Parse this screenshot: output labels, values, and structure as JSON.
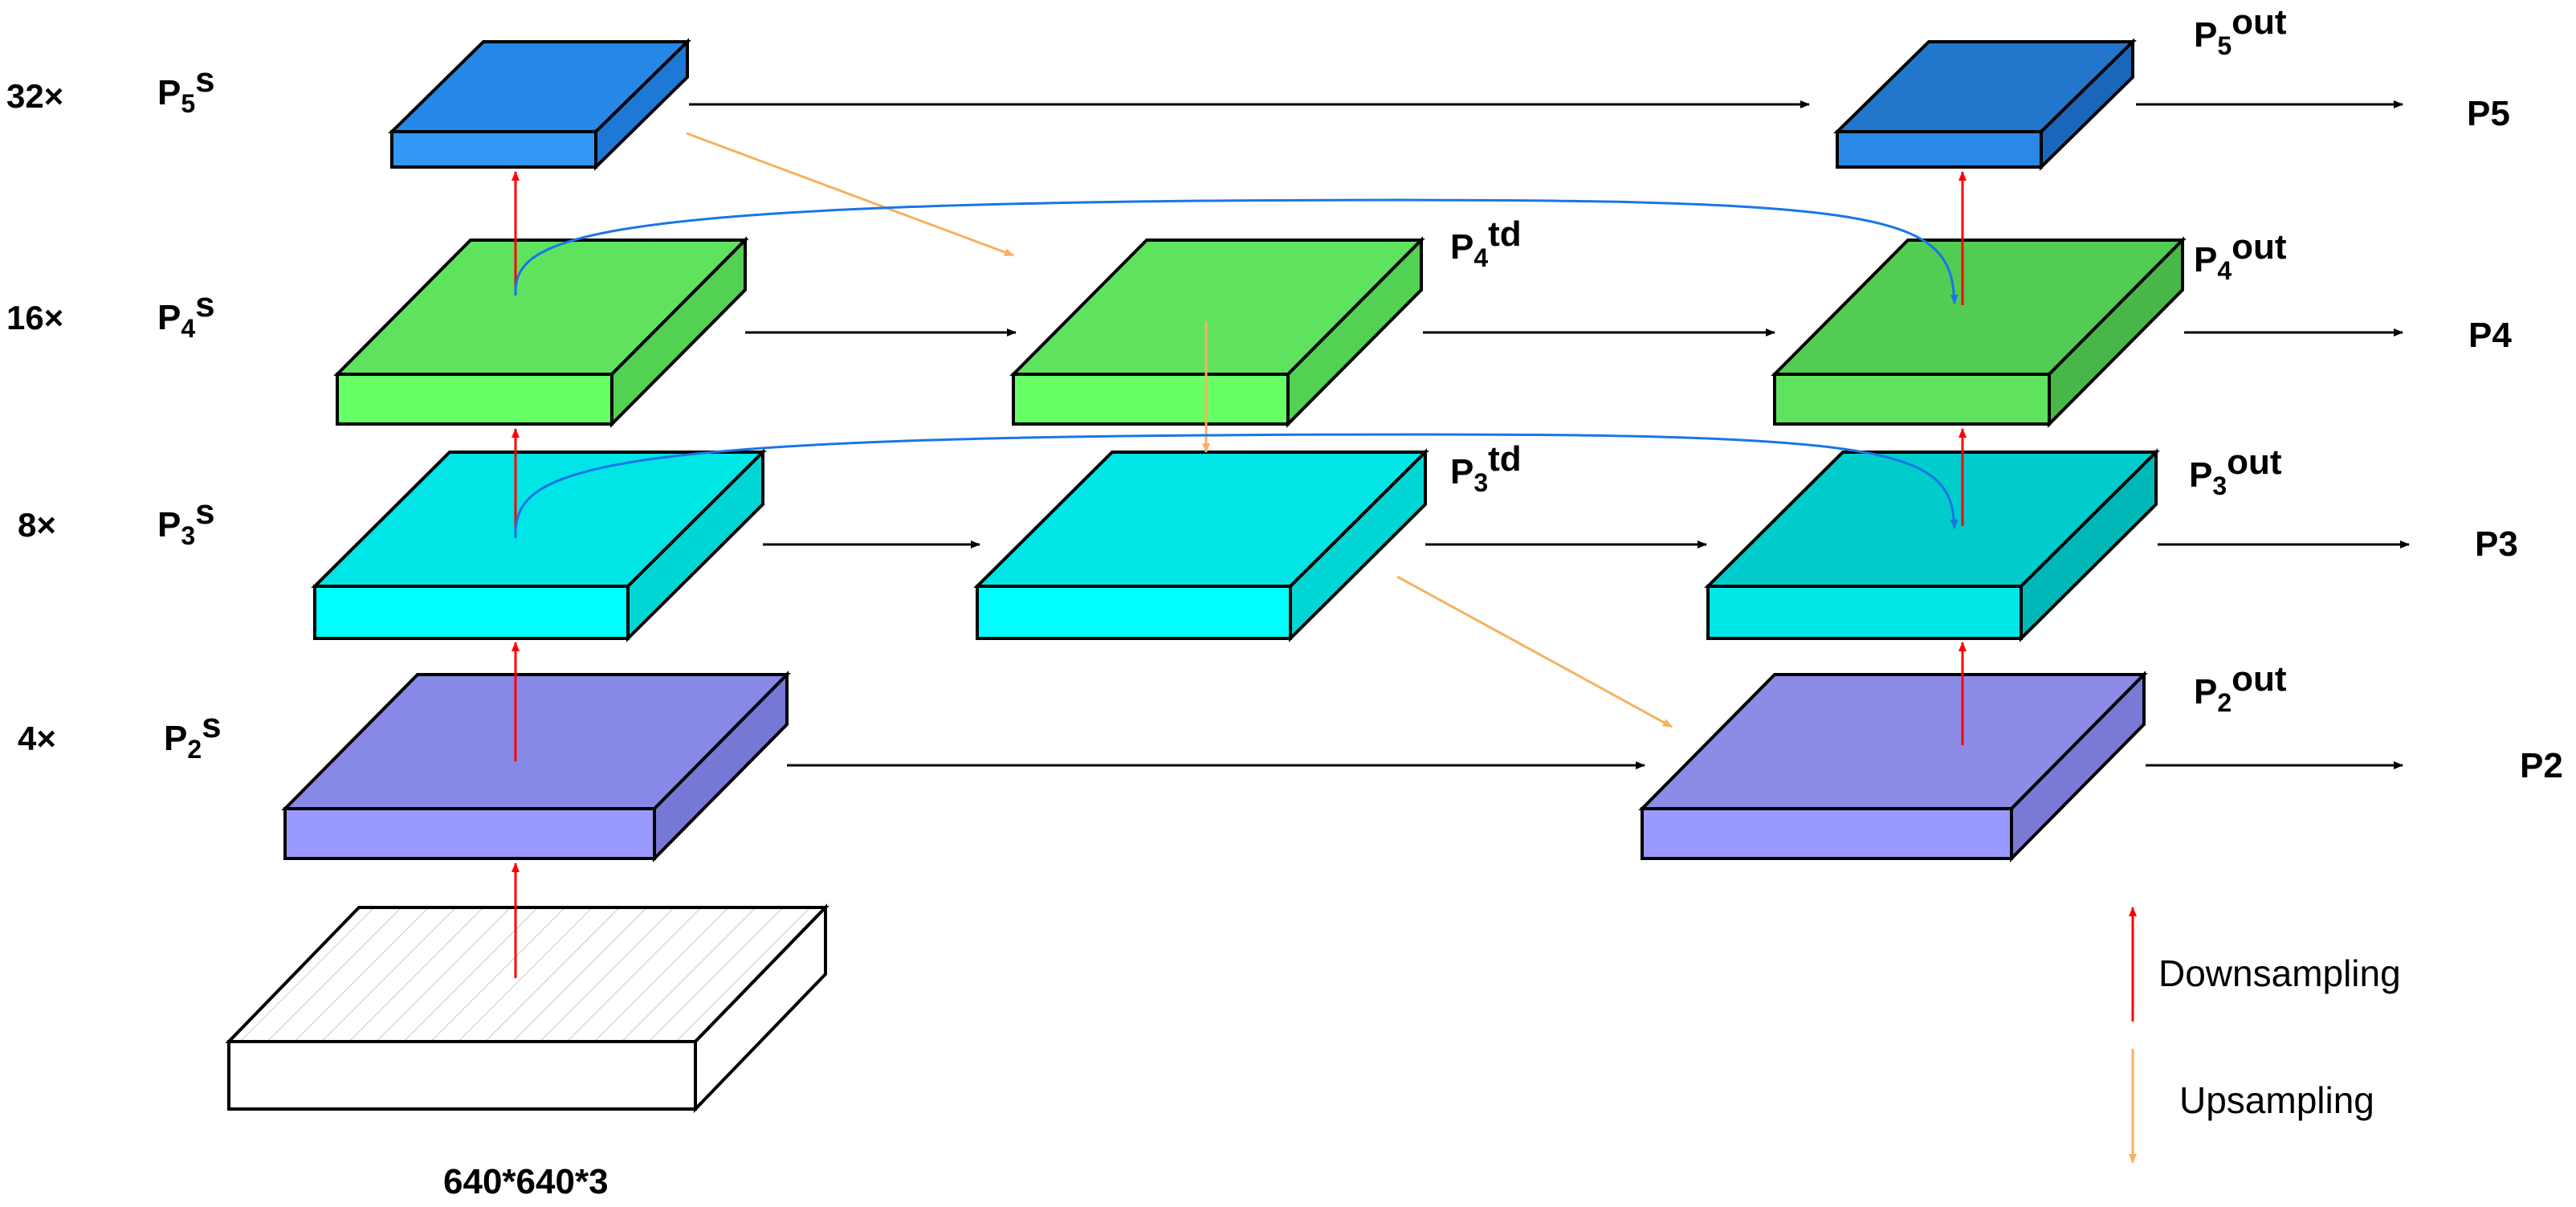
{
  "scales": {
    "s32": "32×",
    "s16": "16×",
    "s8": "8×",
    "s4": "4×"
  },
  "labels": {
    "p5s": {
      "base": "P",
      "sub": "5",
      "sup": "s"
    },
    "p4s": {
      "base": "P",
      "sub": "4",
      "sup": "s"
    },
    "p3s": {
      "base": "P",
      "sub": "3",
      "sup": "s"
    },
    "p2s": {
      "base": "P",
      "sub": "2",
      "sup": "s"
    },
    "p4td": {
      "base": "P",
      "sub": "4",
      "sup": "td"
    },
    "p3td": {
      "base": "P",
      "sub": "3",
      "sup": "td"
    },
    "p5out": {
      "base": "P",
      "sub": "5",
      "sup": "out"
    },
    "p4out": {
      "base": "P",
      "sub": "4",
      "sup": "out"
    },
    "p3out": {
      "base": "P",
      "sub": "3",
      "sup": "out"
    },
    "p2out": {
      "base": "P",
      "sub": "2",
      "sup": "out"
    }
  },
  "outputs": {
    "p5": "P5",
    "p4": "P4",
    "p3": "P3",
    "p2": "P2"
  },
  "input": {
    "label": "640*640*3"
  },
  "legend": {
    "downsampling": "Downsampling",
    "upsampling": "Upsampling"
  },
  "colors": {
    "level5_top": "#2588e6",
    "level5_front": "#3397f5",
    "level5_side": "#1e78d6",
    "level5out_top": "#2277cc",
    "level5out_front": "#2a88e6",
    "level5out_side": "#1a66bb",
    "level4_top": "#5fe35f",
    "level4_front": "#66ff66",
    "level4_side": "#52d152",
    "level4out_top": "#52cc52",
    "level4out_front": "#5fe35f",
    "level4out_side": "#47b847",
    "level3_top": "#00e5e5",
    "level3_front": "#00ffff",
    "level3_side": "#00d6d6",
    "level3out_top": "#00cccc",
    "level3out_front": "#00e5e5",
    "level3out_side": "#00b8b8",
    "level2_top": "#8888e6",
    "level2_front": "#9999ff",
    "level2_side": "#7777d6",
    "level2out_top": "#8c8ce6",
    "level2out_front": "#9999ff",
    "level2out_side": "#7a7ad6",
    "downsample_arrow": "#ff0000",
    "upsample_arrow": "#f7b060",
    "skip_arrow": "#1a75e8",
    "flow_arrow": "#000000"
  }
}
